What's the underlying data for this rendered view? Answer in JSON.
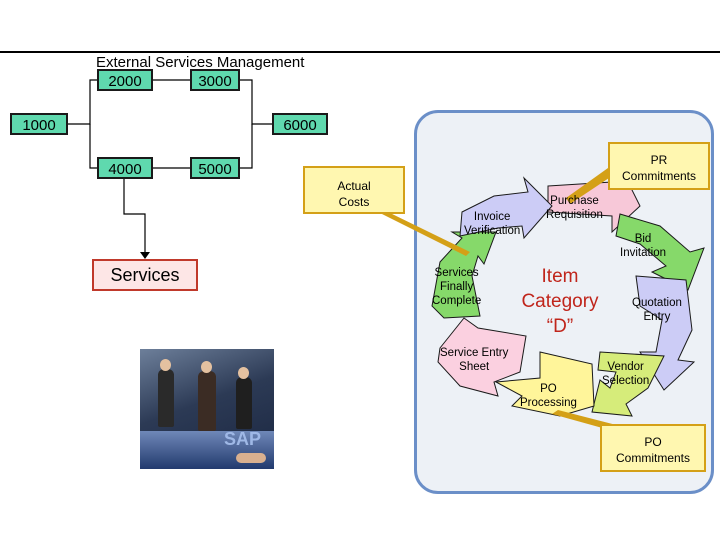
{
  "title": "External Services Management",
  "boxes": {
    "b2000": "2000",
    "b3000": "3000",
    "b1000": "1000",
    "b6000": "6000",
    "b4000": "4000",
    "b5000": "5000",
    "services": "Services"
  },
  "callouts": {
    "actual_costs": [
      "Actual",
      "Costs"
    ],
    "pr_commitments": [
      "PR",
      "Commitments"
    ],
    "po_commitments": [
      "PO",
      "Commitments"
    ]
  },
  "cycle": {
    "center": [
      "Item",
      "Category",
      "“D”"
    ],
    "steps": {
      "purchase_requisition": [
        "Purchase",
        "Requisition"
      ],
      "bid_invitation": [
        "Bid",
        "Invitation"
      ],
      "quotation_entry": [
        "Quotation",
        "Entry"
      ],
      "vendor_selection": [
        "Vendor",
        "Selection"
      ],
      "po_processing": [
        "PO",
        "Processing"
      ],
      "service_entry_sheet": [
        "Service Entry",
        "Sheet"
      ],
      "services_finally_complete": [
        "Services",
        "Finally",
        "Complete"
      ],
      "invoice_verification": [
        "Invoice",
        "Verification"
      ]
    },
    "colors": {
      "pink": "#f7c8d8",
      "green": "#86d96a",
      "lavender": "#ccccf6",
      "yellow_green": "#d6ec7a",
      "yellow": "#fff59a",
      "light_pink": "#fbd0e0",
      "outline": "#1a1a1a"
    }
  },
  "photo": {
    "logo_text": "SAP"
  }
}
